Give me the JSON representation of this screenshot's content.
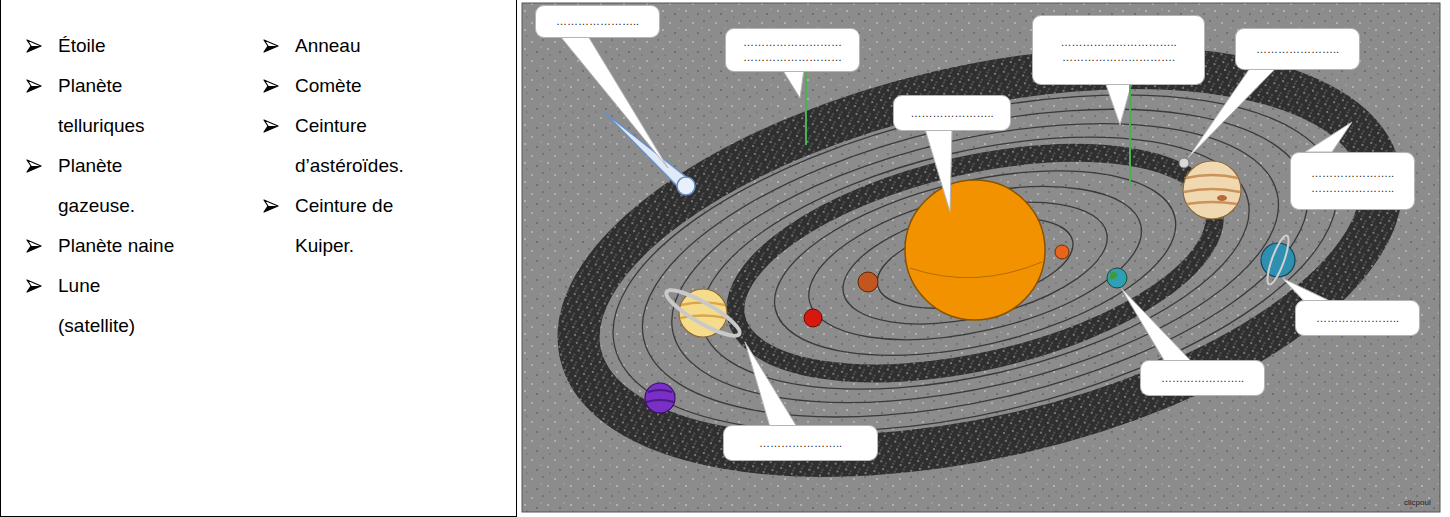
{
  "diagram": {
    "nodes": [
      {
        "text": [
          "………………….."
        ]
      },
      {
        "text": [
          "………………………",
          "………………………"
        ]
      },
      {
        "text": [
          "………………….."
        ]
      },
      {
        "text": [
          "…………………………..",
          "…………………………."
        ]
      },
      {
        "text": [
          "………………….."
        ]
      },
      {
        "text": [
          "…………………..",
          "………………….."
        ]
      },
      {
        "text": [
          "………………….."
        ]
      },
      {
        "text": [
          "………………….."
        ]
      },
      {
        "text": [
          "………………….."
        ]
      }
    ],
    "labels": [
      "Étoile",
      "Planète telluriques",
      "Planète gazeuse.",
      "Planète naine",
      "Lune (satellite)",
      "Anneau",
      "Comète",
      "Ceinture d’astéroïdes.",
      "Ceinture de Kuiper.",
      "clicpoul"
    ]
  }
}
